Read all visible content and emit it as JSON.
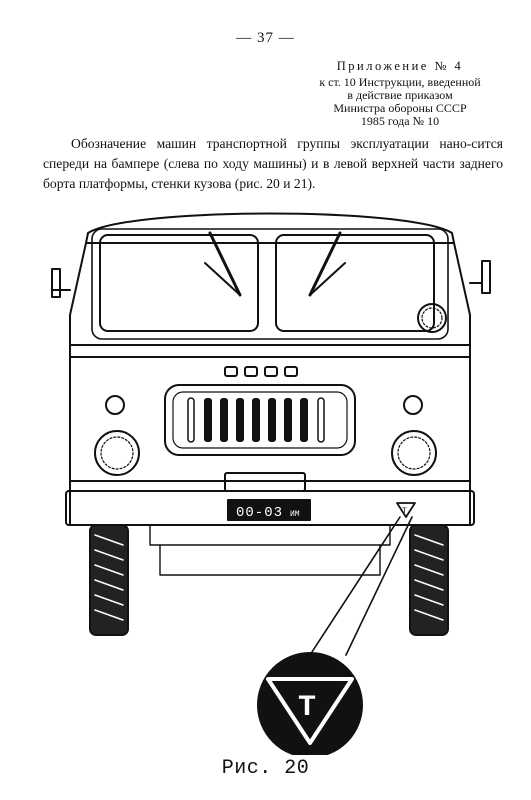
{
  "page_number": "— 37 —",
  "appendix": {
    "heading": "Приложение № 4",
    "lines": [
      "к ст. 10 Инструкции, введенной",
      "в действие приказом",
      "Министра обороны СССР",
      "1985 года № 10"
    ]
  },
  "body_text": "Обозначение машин транспортной группы эксплуатации нано-сится спереди на бампере (слева по ходу машины) и в левой верхней части заднего борта платформы, стенки кузова (рис. 20 и 21).",
  "figure": {
    "plate_number": "00-03",
    "plate_suffix": "ИМ",
    "sign_letter": "Т",
    "caption": "Рис. 20"
  }
}
